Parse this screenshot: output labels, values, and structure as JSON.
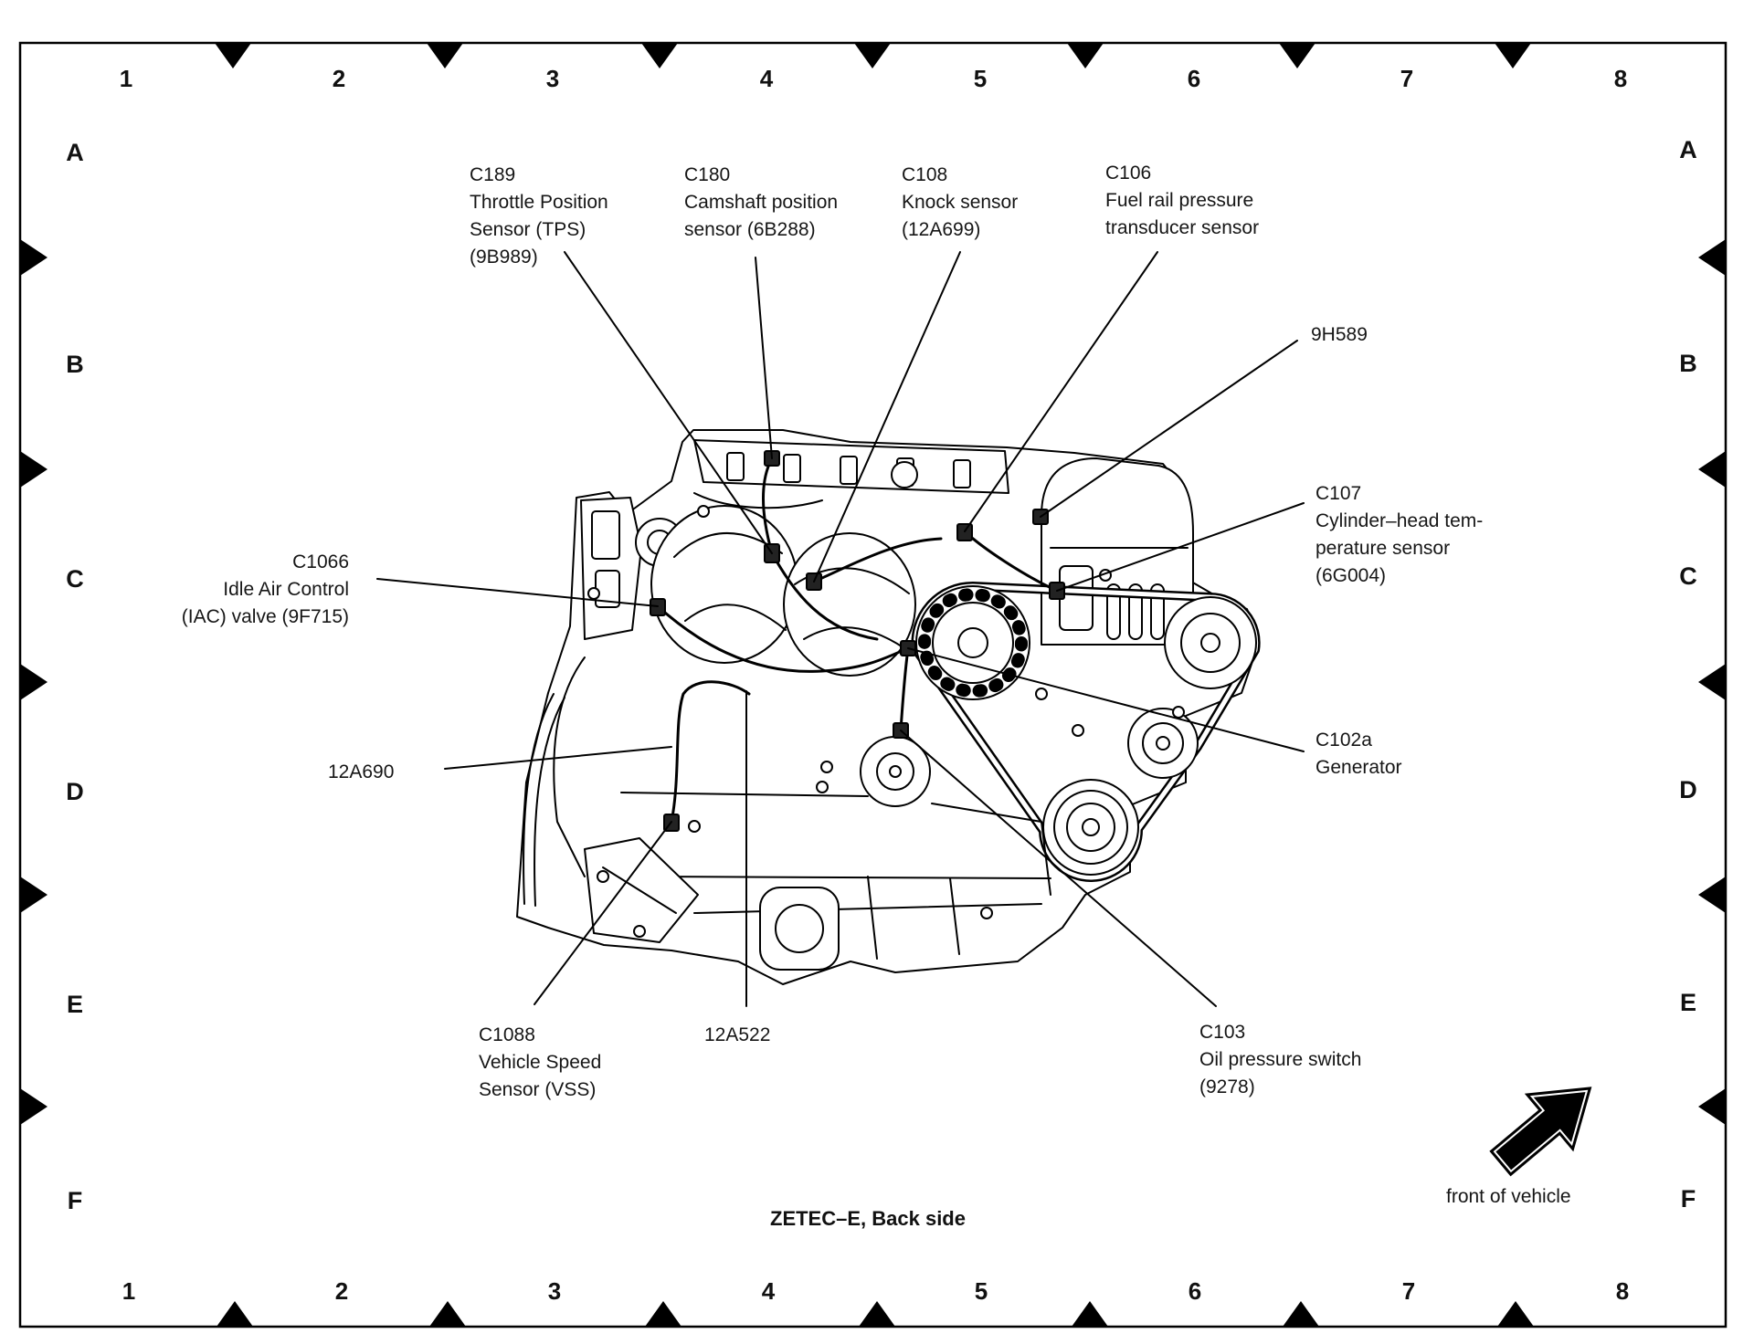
{
  "diagram": {
    "caption": "ZETEC–E, Back side",
    "grid_columns": [
      "1",
      "2",
      "3",
      "4",
      "5",
      "6",
      "7",
      "8"
    ],
    "grid_rows": [
      "A",
      "B",
      "C",
      "D",
      "E",
      "F"
    ]
  },
  "callouts": {
    "c189": {
      "lines": [
        "C189",
        "Throttle Position",
        "Sensor (TPS)",
        "(9B989)"
      ]
    },
    "c180": {
      "lines": [
        "C180",
        "Camshaft position",
        "sensor (6B288)"
      ]
    },
    "c108": {
      "lines": [
        "C108",
        "Knock sensor",
        "(12A699)"
      ]
    },
    "c106": {
      "lines": [
        "C106",
        "Fuel rail pressure",
        "transducer sensor"
      ]
    },
    "p9h589": {
      "lines": [
        "9H589"
      ]
    },
    "c107": {
      "lines": [
        "C107",
        "Cylinder–head tem-",
        "perature sensor",
        "(6G004)"
      ]
    },
    "c1066": {
      "lines": [
        "C1066",
        "Idle Air Control",
        "(IAC) valve (9F715)"
      ]
    },
    "p12a690": {
      "lines": [
        "12A690"
      ]
    },
    "c102a": {
      "lines": [
        "C102a",
        "Generator"
      ]
    },
    "c1088": {
      "lines": [
        "C1088",
        "Vehicle Speed",
        "Sensor (VSS)"
      ]
    },
    "p12a522": {
      "lines": [
        "12A522"
      ]
    },
    "c103": {
      "lines": [
        "C103",
        "Oil pressure switch",
        "(9278)"
      ]
    }
  },
  "orientation": {
    "label": "front of vehicle",
    "icon": "front-of-vehicle-arrow-icon"
  },
  "colors": {
    "ink": "#000000",
    "paper": "#ffffff"
  }
}
